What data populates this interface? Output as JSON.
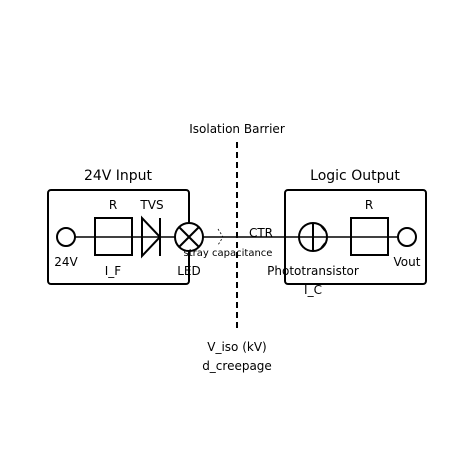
{
  "barrier": {
    "label": "Isolation Barrier",
    "voltage_label": "V_iso (kV)",
    "creepage_label": "d_creepage"
  },
  "input_block": {
    "title": "24V Input",
    "terminal_label": "24V",
    "resistor_label": "R",
    "current_label": "I_F",
    "tvs_label": "TVS",
    "led_label": "LED"
  },
  "coupling": {
    "ctr_label": "CTR",
    "stray_label": "stray capacitance"
  },
  "output_block": {
    "title": "Logic Output",
    "transistor_label": "Phototransistor",
    "current_label": "I_C",
    "resistor_label": "R",
    "terminal_label": "Vout"
  }
}
